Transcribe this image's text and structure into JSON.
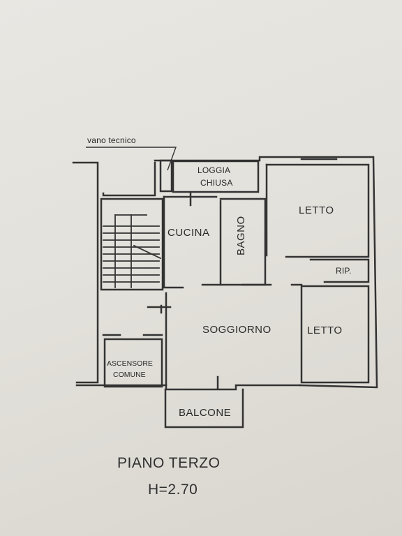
{
  "annotation": "vano tecnico",
  "rooms": {
    "loggia_line1": "LOGGIA",
    "loggia_line2": "CHIUSA",
    "cucina": "CUCINA",
    "bagno": "BAGNO",
    "letto_1": "LETTO",
    "letto_2": "LETTO",
    "ripostiglio": "RIP.",
    "soggiorno": "SOGGIORNO",
    "ascensore_line1": "ASCENSORE",
    "ascensore_line2": "COMUNE",
    "balcone": "BALCONE"
  },
  "footer": {
    "floor": "PIANO TERZO",
    "height": "H=2.70"
  },
  "colors": {
    "ink": "#2a2a2a",
    "paper": "#e6e4df"
  }
}
